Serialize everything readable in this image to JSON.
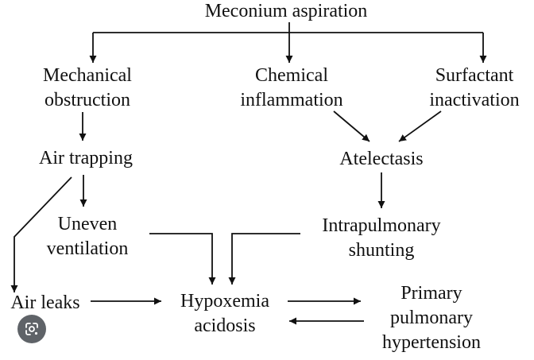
{
  "diagram": {
    "root": "Meconium aspiration",
    "mechanical_obstruction": [
      "Mechanical",
      "obstruction"
    ],
    "chemical_inflammation": [
      "Chemical",
      "inflammation"
    ],
    "surfactant_inactivation": [
      "Surfactant",
      "inactivation"
    ],
    "air_trapping": "Air trapping",
    "atelectasis": "Atelectasis",
    "uneven_ventilation": [
      "Uneven",
      "ventilation"
    ],
    "intrapulmonary_shunting": [
      "Intrapulmonary",
      "shunting"
    ],
    "air_leaks": "Air leaks",
    "hypoxemia_acidosis": [
      "Hypoxemia",
      "acidosis"
    ],
    "primary_pulmonary_hypertension": [
      "Primary",
      "pulmonary",
      "hypertension"
    ]
  },
  "overlay": {
    "lens_icon": "google-lens-icon"
  },
  "colors": {
    "ink": "#111111",
    "background": "#ffffff",
    "lens_badge": "#5f6368"
  }
}
